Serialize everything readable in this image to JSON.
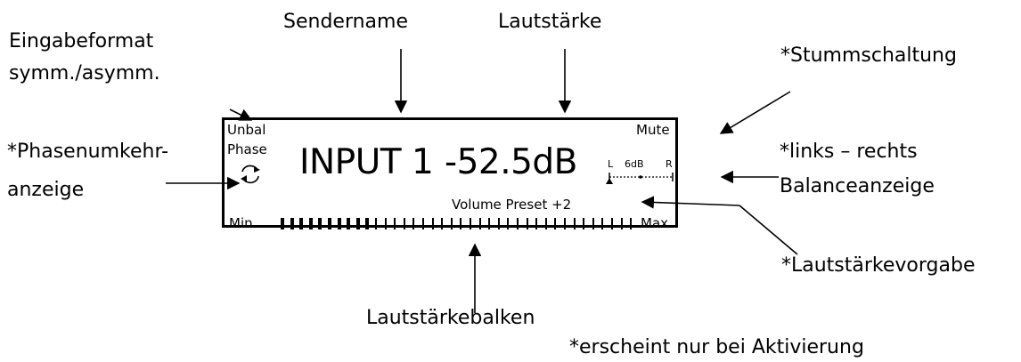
{
  "labels": {
    "eingabeformat_line1": "Eingabeformat",
    "eingabeformat_line2": "symm./asymm.",
    "sendername": "Sendername",
    "lautstaerke": "Lautstärke",
    "stummschaltung": "*Stummschaltung",
    "phasenumkehr_line1": "*Phasenumkehr-",
    "phasenumkehr_line2": "anzeige",
    "balance_line1": "*links – rechts",
    "balance_line2": "Balanceanzeige",
    "lautstaerkevorgabe": "*Lautstärkevorgabe",
    "lautstaerkebalken": "Lautstärkebalken",
    "footnote": "*erscheint nur bei Aktivierung"
  },
  "display": {
    "unbal": "Unbal",
    "phase": "Phase",
    "mute": "Mute",
    "input_name": "INPUT 1",
    "volume": "-52.5dB",
    "balance_left": "L",
    "balance_right": "R",
    "balance_scale": "6dB",
    "preset": "Volume Preset +2",
    "min": "Min",
    "max": "Max"
  },
  "volume_bar": {
    "segments_total": 38,
    "segments_filled": 10
  },
  "phase_icon": "refresh-icon"
}
